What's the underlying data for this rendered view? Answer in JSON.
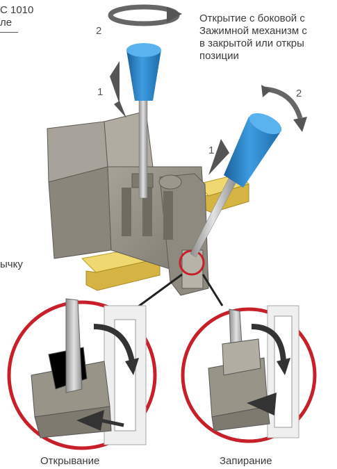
{
  "labels": {
    "top_left_line1": "С 1010",
    "top_left_line2": "ле",
    "top_right_lines": [
      "Открытие с боковой с",
      "Зажимной механизм с",
      "в закрытой или откры",
      "позиции"
    ],
    "middle_left": "ычку",
    "caption_left": "Открывание",
    "caption_right": "Запирание"
  },
  "step_numbers": {
    "rotate_top": "2",
    "push_left": "1",
    "push_right": "1",
    "rotate_right": "2"
  },
  "colors": {
    "screwdriver_blue": "#2f86c6",
    "rail_yellow": "#e6c84a",
    "terminal_gray": "#8a867c",
    "zoom_circle_red": "#c8202a"
  }
}
